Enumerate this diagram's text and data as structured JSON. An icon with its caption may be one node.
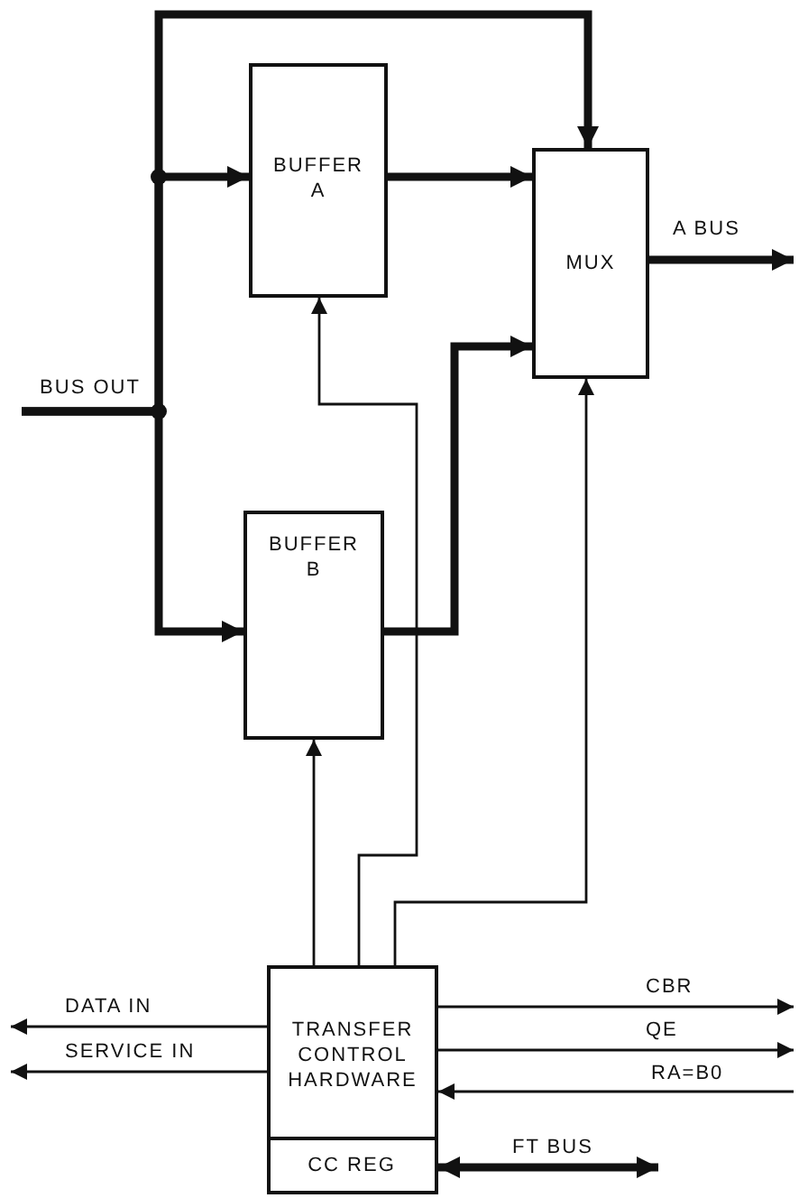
{
  "diagram": {
    "nodes": [
      {
        "text": [
          "BUFFER A"
        ]
      },
      {
        "text": [
          "MUX"
        ]
      },
      {
        "text": [
          "BUS OUT"
        ]
      },
      {
        "text": [
          "BUFFER B"
        ]
      },
      {
        "text": [
          "TRANSFER CONTROL HARDWARE"
        ]
      },
      {
        "text": [
          "CC REG"
        ],
        "in": 4
      }
    ],
    "edges": [
      {
        "from": 2,
        "to": 0,
        "arrow": "to",
        "style": "thick"
      },
      {
        "from": 2,
        "to": 3,
        "arrow": "to",
        "style": "thick"
      },
      {
        "from": 2,
        "to": 1,
        "arrow": "to",
        "style": "thick"
      },
      {
        "from": 0,
        "to": 1,
        "arrow": "to",
        "style": "thick"
      },
      {
        "from": 3,
        "to": 1,
        "arrow": "to",
        "style": "thick"
      },
      {
        "from": 1,
        "to": null,
        "arrow": "to",
        "style": "thick",
        "label": "A BUS"
      },
      {
        "from": 4,
        "to": 0,
        "arrow": "to"
      },
      {
        "from": 4,
        "to": 3,
        "arrow": "to"
      },
      {
        "from": 4,
        "to": 1,
        "arrow": "to"
      },
      {
        "from": 4,
        "to": null,
        "arrow": "to",
        "label": "DATA IN"
      },
      {
        "from": 4,
        "to": null,
        "arrow": "to",
        "label": "SERVICE IN"
      },
      {
        "from": 4,
        "to": null,
        "arrow": "to",
        "label": "CBR"
      },
      {
        "from": 4,
        "to": null,
        "arrow": "to",
        "label": "QE"
      },
      {
        "from": null,
        "to": 4,
        "arrow": "to",
        "label": "RA=B0"
      },
      {
        "from": 5,
        "to": null,
        "arrow": "both",
        "style": "thick",
        "label": "FT BUS"
      }
    ]
  }
}
